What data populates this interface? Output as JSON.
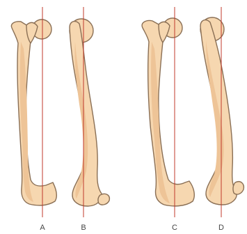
{
  "colors": {
    "bone": "#f6d7b0",
    "shade": "#eec497",
    "outline": "#8a6f55",
    "axis": "#c0392b"
  },
  "figure": {
    "labels": [
      "A",
      "B",
      "C",
      "D"
    ]
  }
}
